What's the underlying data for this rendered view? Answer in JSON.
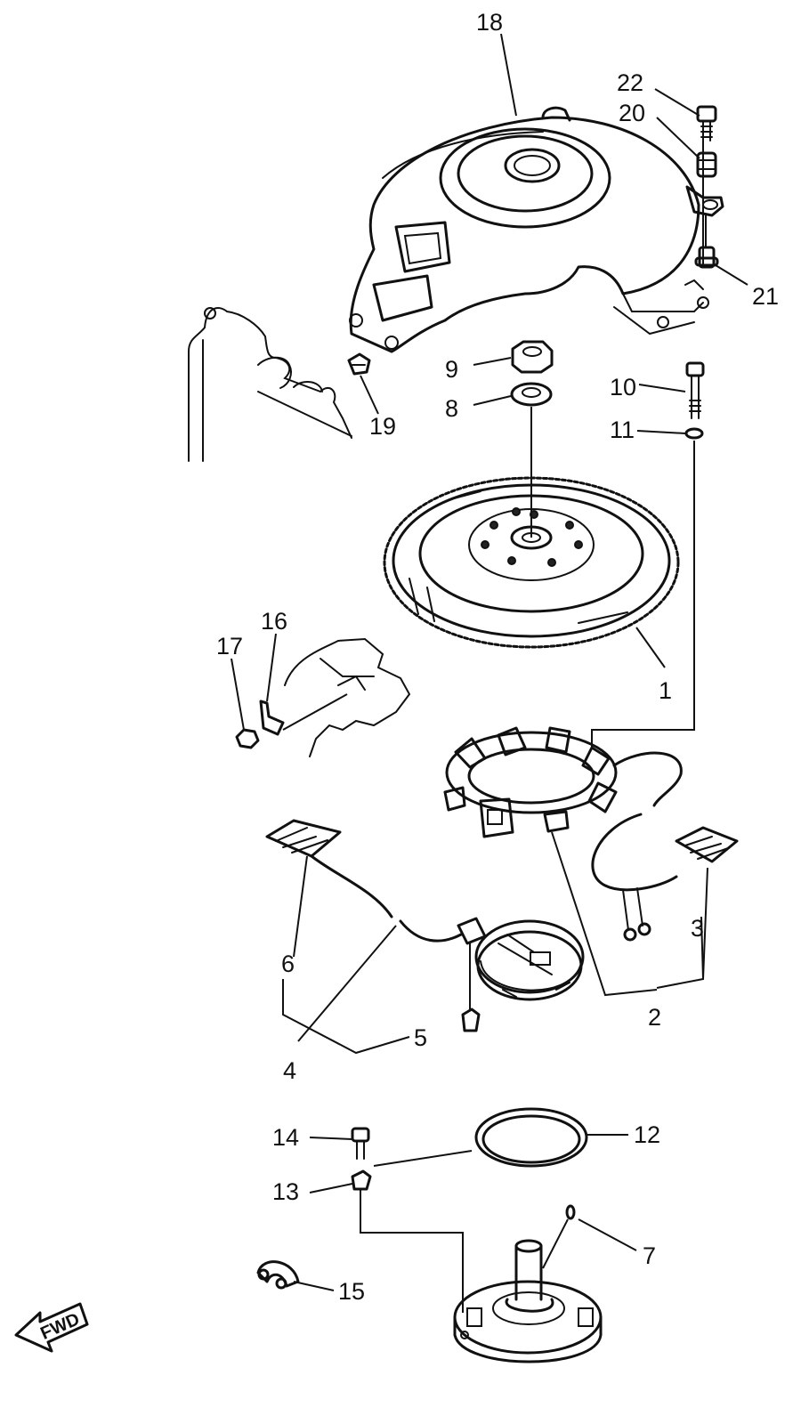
{
  "diagram": {
    "fwd_label": "FWD",
    "callouts": {
      "p1": "1",
      "p2": "2",
      "p3": "3",
      "p4": "4",
      "p5": "5",
      "p6": "6",
      "p7": "7",
      "p8": "8",
      "p9": "9",
      "p10": "10",
      "p11": "11",
      "p12": "12",
      "p13": "13",
      "p14": "14",
      "p15": "15",
      "p16": "16",
      "p17": "17",
      "p18": "18",
      "p19": "19",
      "p20": "20",
      "p21": "21",
      "p22": "22"
    }
  }
}
